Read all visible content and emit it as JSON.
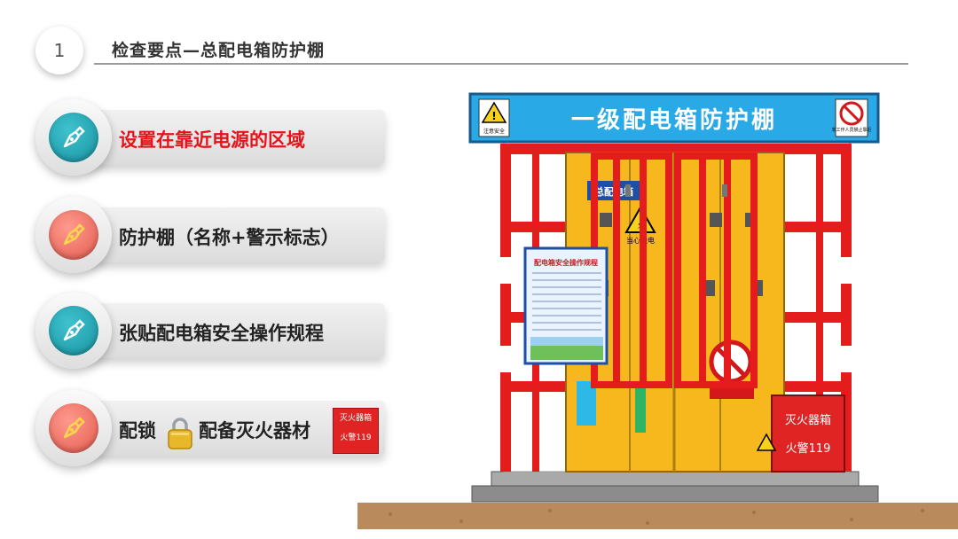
{
  "header": {
    "slide_number": "1",
    "title": "检查要点—总配电箱防护棚"
  },
  "items": [
    {
      "label": "设置在靠近电源的区域",
      "icon": "pen-nib-icon",
      "color": "teal",
      "emphasis": "#e8121b"
    },
    {
      "label": "防护棚（名称+警示标志）",
      "icon": "pen-nib-icon",
      "color": "coral"
    },
    {
      "label": "张贴配电箱安全操作规程",
      "icon": "pen-nib-icon",
      "color": "teal"
    },
    {
      "label_a": "配锁",
      "label_b": "配备灭火器材",
      "icon": "pen-nib-icon",
      "color": "coral",
      "ext_box": {
        "line1": "灭火器箱",
        "line2": "火警119"
      }
    }
  ],
  "illustration": {
    "banner": "一级配电箱防护棚",
    "warning_sign": "注意安全",
    "prohibit_sign": "非工作人员禁止靠近",
    "box_label": "总配电箱",
    "shock_sign": "当心触电",
    "poster_title": "配电箱安全操作规程",
    "extinguisher_box": {
      "line1": "灭火器箱",
      "line2": "火警119"
    },
    "colors": {
      "banner_bg": "#29a9e6",
      "frame": "#e41c1c",
      "box": "#f6b81d",
      "ground": "#b88a5c"
    }
  }
}
